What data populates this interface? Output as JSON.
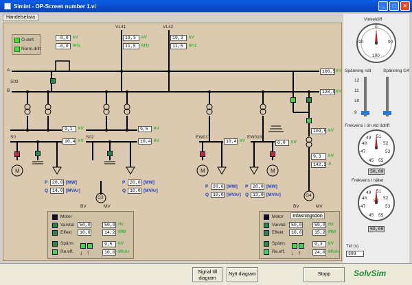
{
  "window": {
    "title": "Simint - OP-Screen number 1.vi",
    "min": "_",
    "max": "□",
    "close": "×"
  },
  "toolbar": {
    "handelse_label": "Handelselista"
  },
  "buses": {
    "a": "A",
    "b": "B",
    "s03": "S03",
    "s0": "S0",
    "s02": "S02",
    "vl41": "VL41",
    "vl42": "VL42",
    "ew017": "EW017",
    "ew018": "EW018"
  },
  "top_modes": {
    "odrift": "Ö-drift",
    "normdrift": "Norm.drift"
  },
  "readouts": {
    "top_left_1": "-0,0",
    "top_left_1_unit": "kV",
    "top_left_2": "-0,0",
    "top_left_2_unit": "kHz",
    "vl41_1": "19,3",
    "vl41_1_unit": "kV",
    "vl41_2": "11,5",
    "vl41_2_unit": "kHz",
    "vl42_1": "19,3",
    "vl42_1_unit": "kV",
    "vl42_2": "11,5",
    "vl42_2_unit": "kHz",
    "bus_a": "100,5",
    "bus_a_unit": "kV",
    "bus_b": "128,9",
    "bus_b_unit": "kV",
    "s0_1": "9,1",
    "s0_1_unit": "kV",
    "s0_2": "10,4",
    "s0_2_unit": "kV",
    "s02_1": "9,5",
    "s02_1_unit": "kV",
    "s02_2": "10,4",
    "s02_2_unit": "kV",
    "ew017": "10,4",
    "ew017_unit": "kV",
    "ew018": "0,0",
    "ew018_unit": "kV",
    "tr_1": "109,5",
    "tr_1_unit": "kV",
    "g4_1": "9,3",
    "g4_1_unit": "kV",
    "g4_2": "142,5",
    "g4_2_unit": "A"
  },
  "power_blocks": [
    {
      "p_label": "P",
      "p": "20,0",
      "p_unit": "[MW]",
      "q_label": "Q",
      "q": "14,0",
      "q_unit": "[MVAr]"
    },
    {
      "p_label": "P",
      "p": "20,0",
      "p_unit": "[MW]",
      "q_label": "Q",
      "q": "10,0",
      "q_unit": "[MVAr]"
    },
    {
      "p_label": "P",
      "p": "20,0",
      "p_unit": "[MW]",
      "q_label": "Q",
      "q": "10,0",
      "q_unit": "[MVAr]"
    },
    {
      "p_label": "P",
      "p": "20,0",
      "p_unit": "[MW]",
      "q_label": "Q",
      "q": "13,0",
      "q_unit": "[MVAr]"
    }
  ],
  "generators": {
    "m": "M",
    "g3": "G3",
    "g4": "G4"
  },
  "control_left": {
    "bv": "BV",
    "mv": "MV",
    "motor": "Motor",
    "varvtal": "Varvtal",
    "effekt": "Effekt",
    "spann": "Spänn.",
    "reeff": "Re.eff.",
    "varvtal_bv": "50,0",
    "varvtal_mv": "50,0",
    "varvtal_unit": "Hz",
    "effekt_bv": "10,0",
    "effekt_mv": "14,2",
    "effekt_unit": "MW",
    "spann_mv": "9,5",
    "spann_unit": "kV",
    "reeff_mv": "10,0",
    "reeff_unit": "MVAr"
  },
  "control_right": {
    "bv": "BV",
    "mv": "MV",
    "infasning": "Infasningsdon",
    "motor": "Motor",
    "varvtal": "Varvtal",
    "effekt": "Effekt",
    "spann": "Spänn.",
    "reeff": "Re.eff.",
    "varvtal_bv": "50,0",
    "varvtal_mv": "50,0",
    "varvtal_unit": "Hz",
    "effekt_bv": "10,0",
    "effekt_mv": "15,2",
    "effekt_unit": "MW",
    "spann_mv": "9,3",
    "spann_unit": "kV",
    "reeff_mv": "24,0",
    "reeff_unit": "MVAr"
  },
  "right_panel": {
    "vinkeldiff": "Vinkeldiff",
    "vinkel_ticks": [
      "0",
      "90",
      "100",
      "-90"
    ],
    "spanning_nat": "Spänning nät",
    "spanning_g4": "Spänning G4",
    "slider_ticks": [
      "12",
      "11",
      "10",
      "9"
    ],
    "frekvens_odrift": "Frekvens i ön vid ödrift",
    "freq_ticks": [
      "51",
      "49",
      "48",
      "52",
      "47",
      "53",
      "45",
      "55",
      "50"
    ],
    "freq1_value": "50,00",
    "frekvens_natet": "Frekvens i nätet",
    "freq2_value": "50,00",
    "tid_label": "Tid (s)",
    "tid_value": "399"
  },
  "bottom": {
    "signal_label": "Signal till diagram",
    "nytt_label": "Nytt diagram",
    "stopp_label": "Stopp",
    "logo": "SolvSim"
  }
}
